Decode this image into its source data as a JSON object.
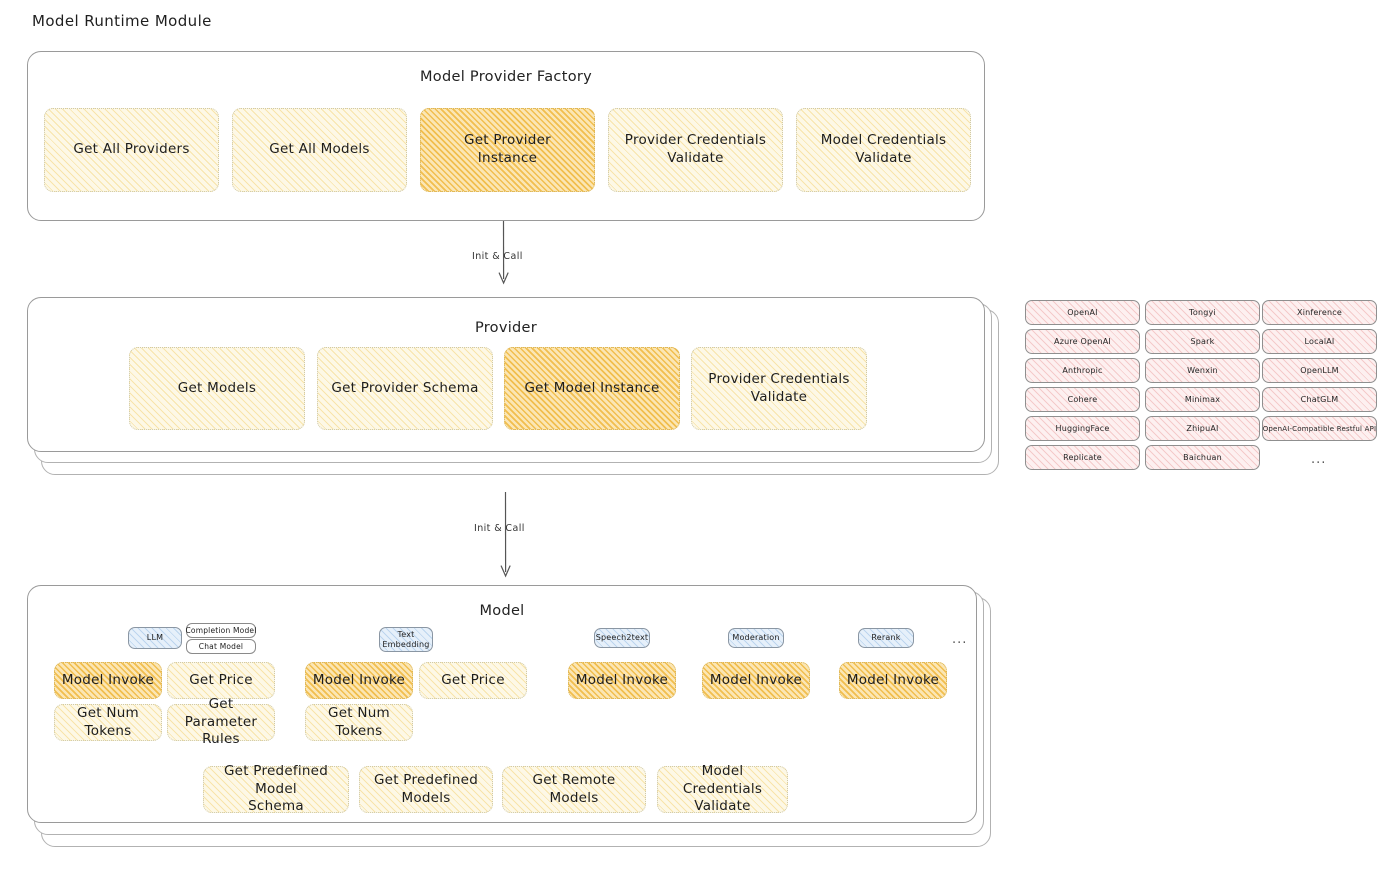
{
  "page": {
    "title": "Model Runtime Module"
  },
  "colors": {
    "cream_fill": "#fdf8e6",
    "cream_hatch": "#f4d478",
    "gold_fill": "#fbe6b4",
    "gold_hatch": "#f0b73c",
    "pink_fill": "#fdf0f0",
    "pink_hatch": "#e99696",
    "blue_fill": "#e6f0fa",
    "blue_hatch": "#82afde",
    "border_gray": "#9a9a9a",
    "text": "#1d1d1d"
  },
  "factory": {
    "title": "Model Provider Factory",
    "nodes": [
      {
        "label": "Get All Providers",
        "highlighted": false
      },
      {
        "label": "Get All Models",
        "highlighted": false
      },
      {
        "label": "Get Provider\nInstance",
        "highlighted": true
      },
      {
        "label": "Provider Credentials\nValidate",
        "highlighted": false
      },
      {
        "label": "Model Credentials\nValidate",
        "highlighted": false
      }
    ]
  },
  "arrows": [
    {
      "label": "Init & Call"
    },
    {
      "label": "Init & Call"
    }
  ],
  "provider": {
    "title": "Provider",
    "nodes": [
      {
        "label": "Get Models",
        "highlighted": false
      },
      {
        "label": "Get Provider Schema",
        "highlighted": false
      },
      {
        "label": "Get Model Instance",
        "highlighted": true
      },
      {
        "label": "Provider Credentials\nValidate",
        "highlighted": false
      }
    ]
  },
  "provider_list": {
    "columns": [
      [
        "OpenAI",
        "Azure OpenAI",
        "Anthropic",
        "Cohere",
        "HuggingFace",
        "Replicate"
      ],
      [
        "Tongyi",
        "Spark",
        "Wenxin",
        "Minimax",
        "ZhipuAI",
        "Baichuan"
      ],
      [
        "Xinference",
        "LocalAI",
        "OpenLLM",
        "ChatGLM",
        "OpenAI-Compatible Restful API"
      ]
    ],
    "more": "..."
  },
  "model": {
    "title": "Model",
    "more": "...",
    "types": [
      {
        "tag": "LLM",
        "subtags": [
          "Completion Model",
          "Chat Model"
        ],
        "nodes": [
          {
            "label": "Model Invoke",
            "highlighted": true
          },
          {
            "label": "Get Price",
            "highlighted": false
          },
          {
            "label": "Get Num Tokens",
            "highlighted": false
          },
          {
            "label": "Get Parameter\nRules",
            "highlighted": false
          }
        ]
      },
      {
        "tag": "Text\nEmbedding",
        "subtags": [],
        "nodes": [
          {
            "label": "Model Invoke",
            "highlighted": true
          },
          {
            "label": "Get Price",
            "highlighted": false
          },
          {
            "label": "Get Num Tokens",
            "highlighted": false
          }
        ]
      },
      {
        "tag": "Speech2text",
        "subtags": [],
        "nodes": [
          {
            "label": "Model Invoke",
            "highlighted": true
          }
        ]
      },
      {
        "tag": "Moderation",
        "subtags": [],
        "nodes": [
          {
            "label": "Model Invoke",
            "highlighted": true
          }
        ]
      },
      {
        "tag": "Rerank",
        "subtags": [],
        "nodes": [
          {
            "label": "Model Invoke",
            "highlighted": true
          }
        ]
      }
    ],
    "common_nodes": [
      {
        "label": "Get Predefined Model\nSchema"
      },
      {
        "label": "Get Predefined\nModels"
      },
      {
        "label": "Get Remote Models"
      },
      {
        "label": "Model Credentials\nValidate"
      }
    ]
  }
}
